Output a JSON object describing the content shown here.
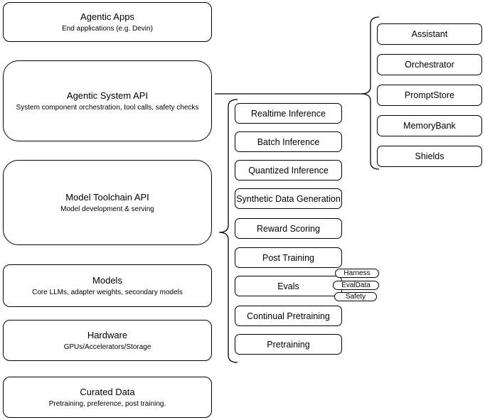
{
  "colors": {
    "stroke": "#000000",
    "node_fill": "#ffffff",
    "background": "#ffffff"
  },
  "left_column": {
    "boxes": [
      {
        "title": "Agentic Apps",
        "subtitle": "End applications (e.g. Devin)"
      },
      {
        "title": "Agentic System API",
        "subtitle": "System component orchestration, tool calls, safety checks"
      },
      {
        "title": "Model Toolchain API",
        "subtitle": "Model development & serving"
      },
      {
        "title": "Models",
        "subtitle": "Core LLMs, adapter weights, secondary models"
      },
      {
        "title": "Hardware",
        "subtitle": "GPUs/Accelerators/Storage"
      },
      {
        "title": "Curated Data",
        "subtitle": "Pretraining, preference, post training."
      }
    ]
  },
  "middle_column": {
    "boxes": [
      {
        "label": "Realtime Inference"
      },
      {
        "label": "Batch Inference"
      },
      {
        "label": "Quantized Inference"
      },
      {
        "label": "Synthetic Data Generation"
      },
      {
        "label": "Reward Scoring"
      },
      {
        "label": "Post Training"
      },
      {
        "label": "Evals"
      },
      {
        "label": "Continual Pretraining"
      },
      {
        "label": "Pretraining"
      }
    ],
    "eval_tags": [
      {
        "label": "Harness"
      },
      {
        "label": "EvalData"
      },
      {
        "label": "Safety"
      }
    ]
  },
  "right_column": {
    "boxes": [
      {
        "label": "Assistant"
      },
      {
        "label": "Orchestrator"
      },
      {
        "label": "PromptStore"
      },
      {
        "label": "MemoryBank"
      },
      {
        "label": "Shields"
      }
    ]
  }
}
